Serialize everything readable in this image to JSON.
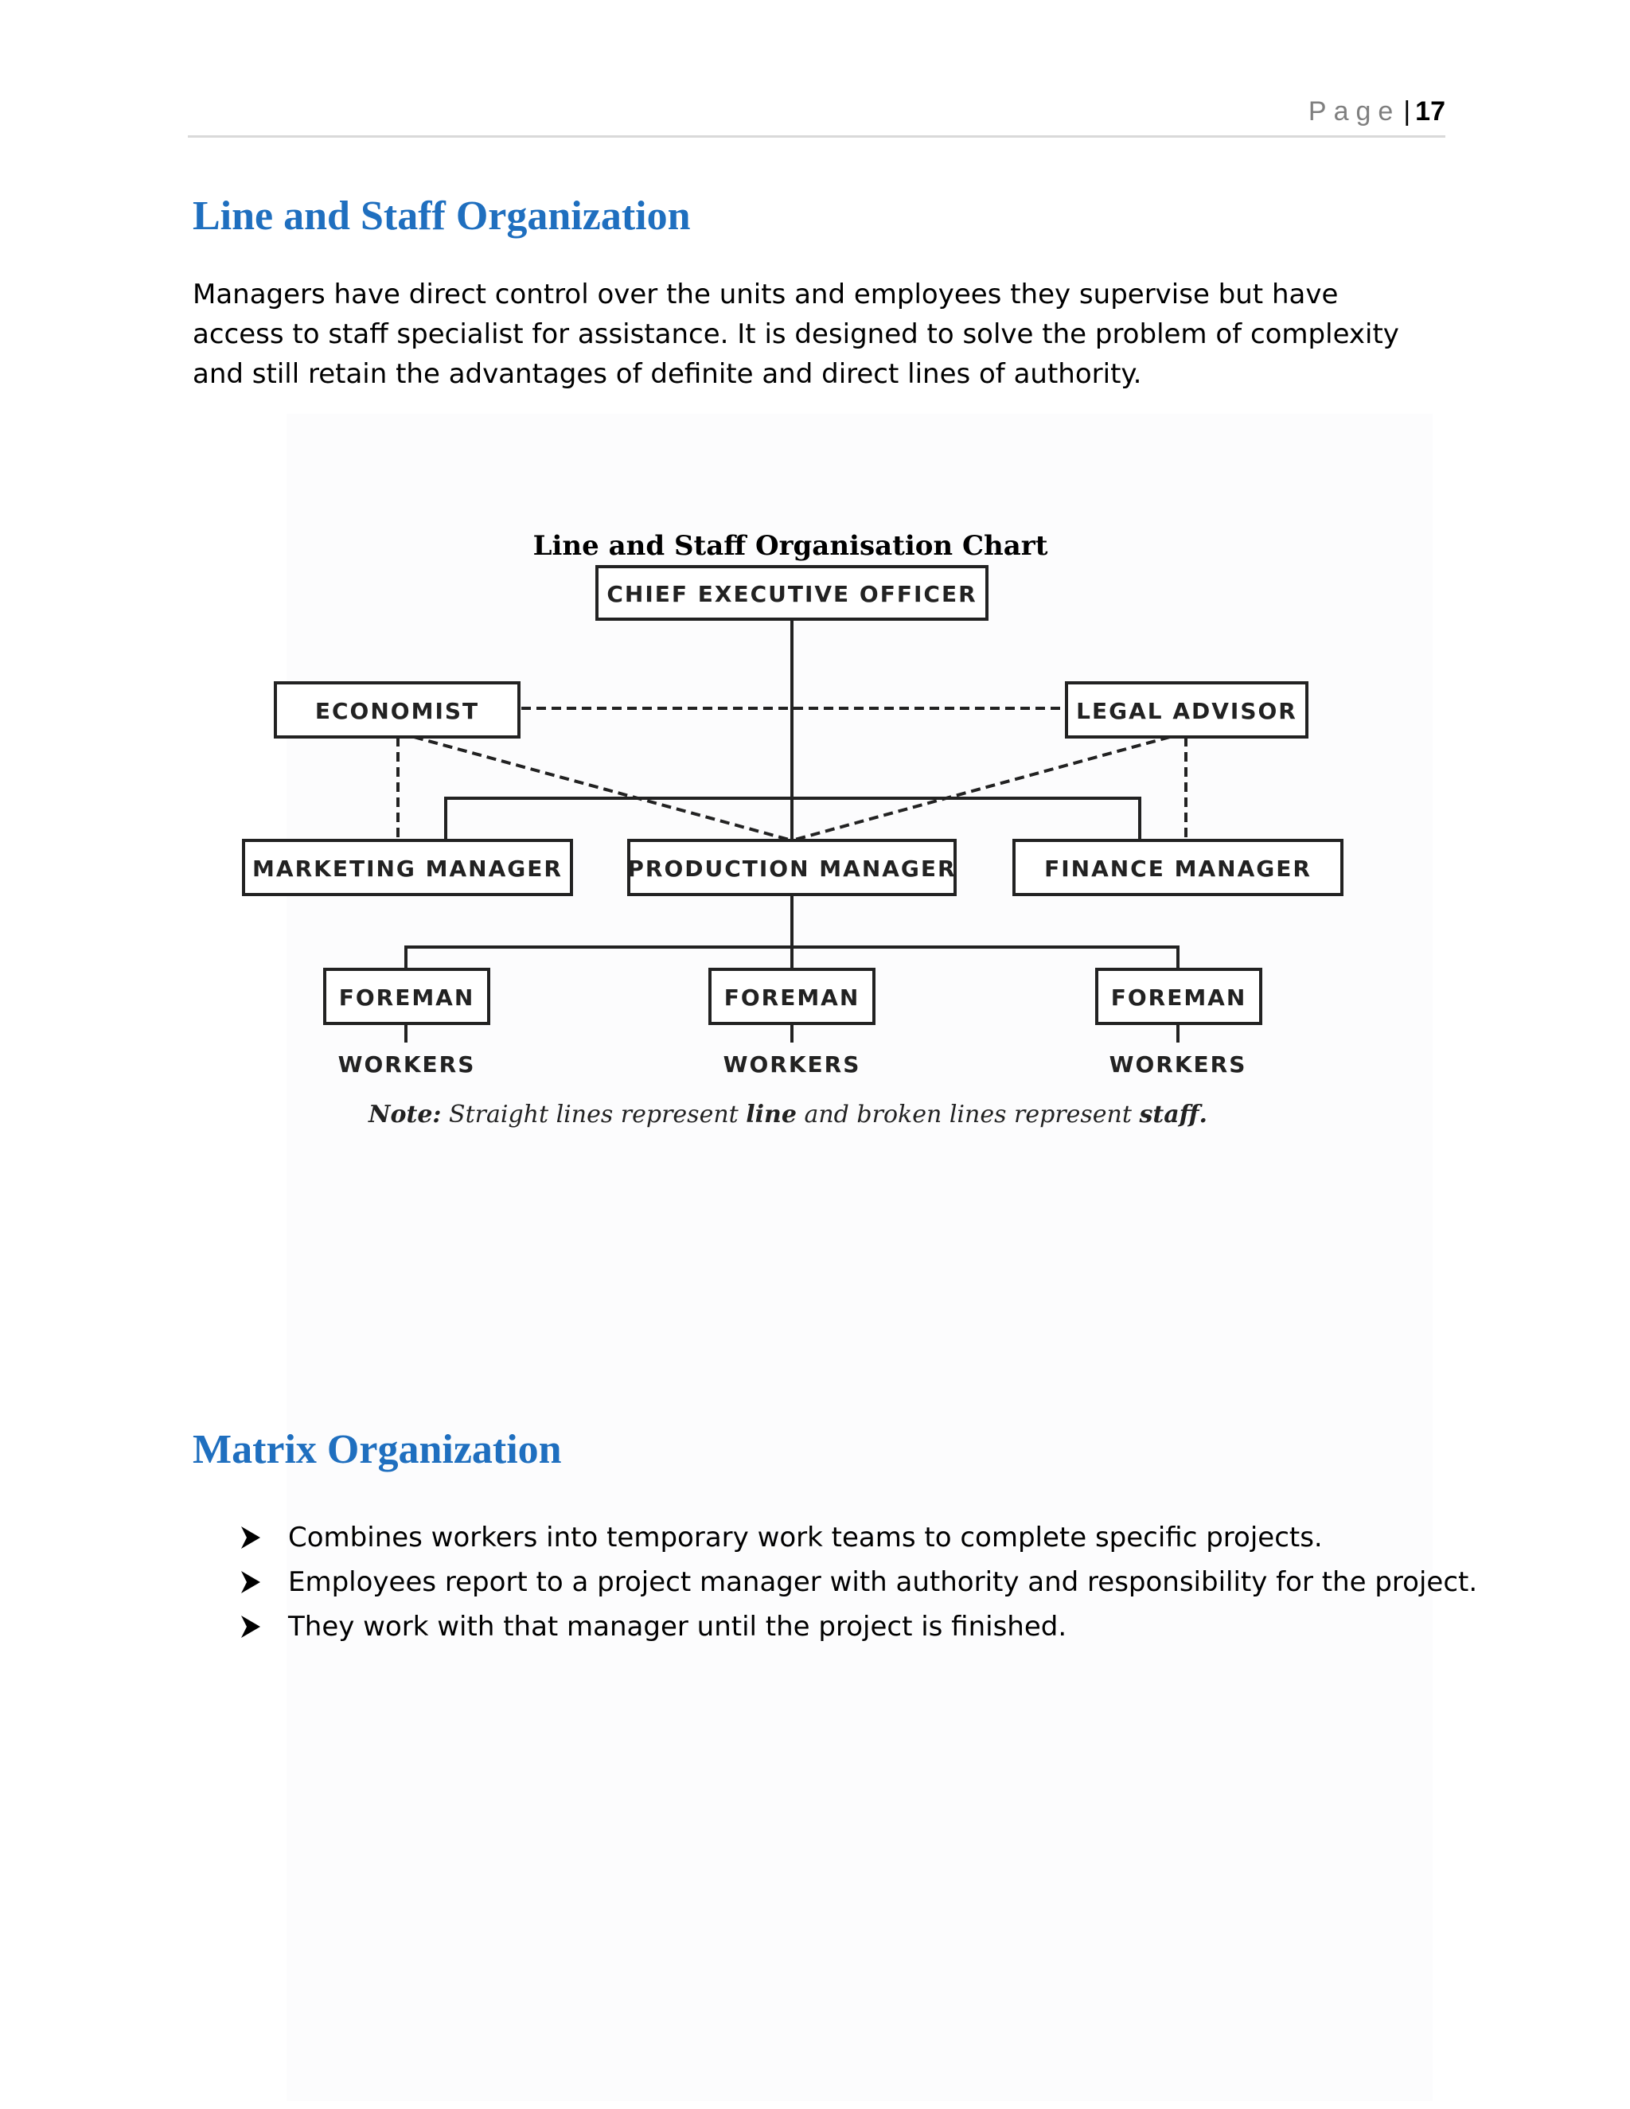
{
  "header": {
    "page_word": "Page",
    "separator": "|",
    "page_number": "17"
  },
  "section1": {
    "title": "Line and Staff Organization",
    "paragraph": "Managers have direct control over the units and employees they supervise but have access to staff specialist for assistance. It is designed to solve the problem of complexity and still retain the advantages of definite and direct lines of authority."
  },
  "org_chart": {
    "title": "Line and Staff Organisation Chart",
    "ceo": "CHIEF EXECUTIVE OFFICER",
    "economist": "ECONOMIST",
    "legal_advisor": "LEGAL ADVISOR",
    "marketing_manager": "MARKETING MANAGER",
    "production_manager": "PRODUCTION MANAGER",
    "finance_manager": "FINANCE MANAGER",
    "foremen": [
      "FOREMAN",
      "FOREMAN",
      "FOREMAN"
    ],
    "workers": [
      "WORKERS",
      "WORKERS",
      "WORKERS"
    ],
    "note_label": "Note:",
    "note_part1": " Straight lines represent ",
    "note_bold1": "line",
    "note_part2": " and broken lines represent ",
    "note_bold2": "staff."
  },
  "section2": {
    "title": "Matrix Organization",
    "bullets": [
      "Combines workers into temporary work teams to complete specific projects.",
      "Employees report to a project manager with authority and responsibility for the project.",
      "They work with that manager until the project is finished."
    ],
    "bullet_icon": "arrowhead-bullet-icon"
  },
  "colors": {
    "heading": "#1f6fbf",
    "header_rule": "#d9d9d9",
    "page_word": "#7f7f7f"
  }
}
